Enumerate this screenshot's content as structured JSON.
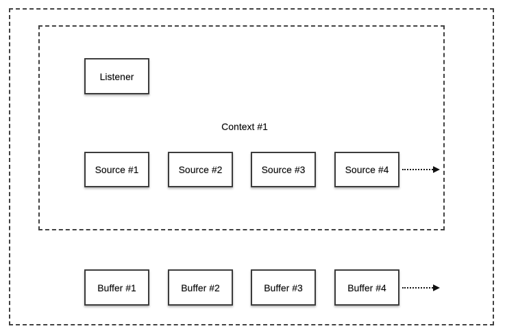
{
  "diagram": {
    "context": {
      "label": "Context #1"
    },
    "listener": {
      "label": "Listener"
    },
    "sources": [
      "Source #1",
      "Source #2",
      "Source #3",
      "Source #4"
    ],
    "buffers": [
      "Buffer #1",
      "Buffer #2",
      "Buffer #3",
      "Buffer #4"
    ],
    "colors": {
      "page_bg": "#ffffff",
      "box_bg": "#ffffff",
      "box_border": "#3b3b3b",
      "dash_border": "#3f3f3f",
      "text": "#000000",
      "arrow": "#111111"
    }
  }
}
